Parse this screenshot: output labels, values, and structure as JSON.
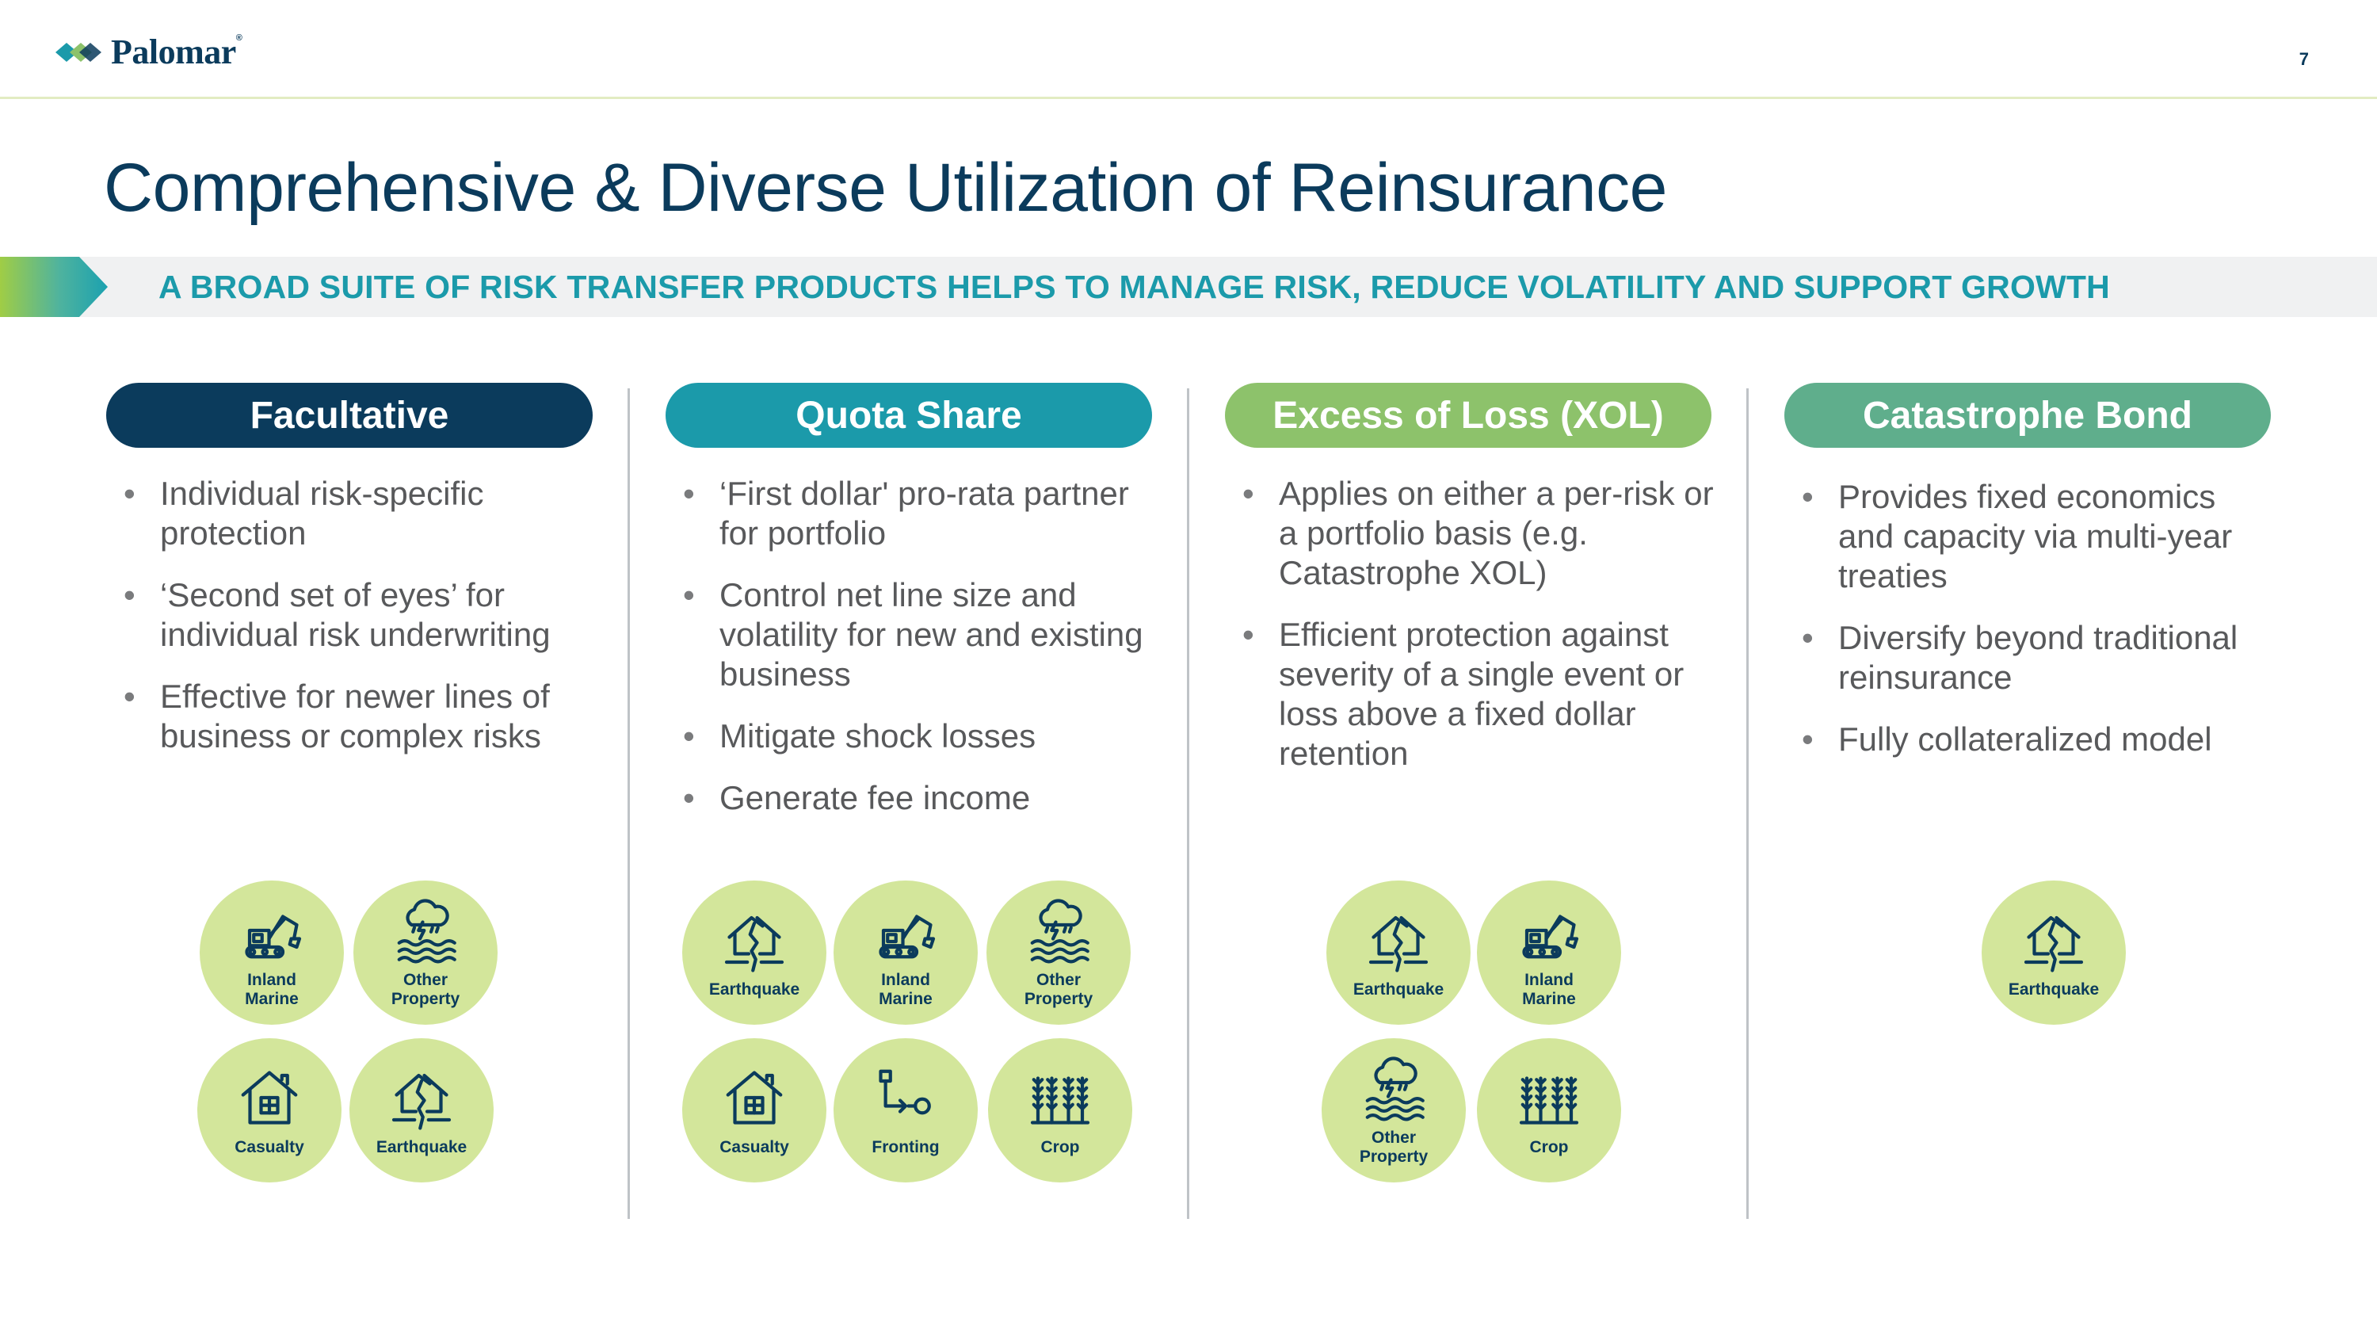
{
  "brand": {
    "name": "Palomar",
    "registered": "®"
  },
  "page_number": "7",
  "title": "Comprehensive & Diverse Utilization of Reinsurance",
  "banner": "A BROAD SUITE OF RISK TRANSFER PRODUCTS HELPS TO MANAGE RISK, REDUCE VOLATILITY AND SUPPORT GROWTH",
  "colors": {
    "navy": "#0b3b5c",
    "teal": "#1b9aaa",
    "green": "#8dc26b",
    "sage": "#5fae8c",
    "circle": "#d3e69b"
  },
  "columns": [
    {
      "title": "Facultative",
      "bullets": [
        "Individual risk-specific protection",
        "‘Second set of eyes’ for individual risk underwriting",
        "Effective for newer lines of business or complex risks"
      ],
      "icons": [
        {
          "icon": "excavator-icon",
          "line1": "Inland",
          "line2": "Marine"
        },
        {
          "icon": "storm-flood-icon",
          "line1": "Other",
          "line2": "Property"
        },
        {
          "icon": "house-icon",
          "line1": "Casualty",
          "line2": ""
        },
        {
          "icon": "earthquake-house-icon",
          "line1": "Earthquake",
          "line2": ""
        }
      ]
    },
    {
      "title": "Quota Share",
      "bullets": [
        "‘First dollar' pro-rata partner for portfolio",
        "Control net line size and volatility for new and existing business",
        "Mitigate shock losses",
        "Generate fee income"
      ],
      "icons": [
        {
          "icon": "earthquake-house-icon",
          "line1": "Earthquake",
          "line2": ""
        },
        {
          "icon": "excavator-icon",
          "line1": "Inland",
          "line2": "Marine"
        },
        {
          "icon": "storm-flood-icon",
          "line1": "Other",
          "line2": "Property"
        },
        {
          "icon": "house-icon",
          "line1": "Casualty",
          "line2": ""
        },
        {
          "icon": "fronting-path-icon",
          "line1": "Fronting",
          "line2": ""
        },
        {
          "icon": "wheat-crop-icon",
          "line1": "Crop",
          "line2": ""
        }
      ]
    },
    {
      "title": "Excess of Loss (XOL)",
      "bullets": [
        "Applies on either a per-risk or a portfolio basis (e.g. Catastrophe XOL)",
        "Efficient protection against severity of a single event or loss above a fixed dollar retention"
      ],
      "icons": [
        {
          "icon": "earthquake-house-icon",
          "line1": "Earthquake",
          "line2": ""
        },
        {
          "icon": "excavator-icon",
          "line1": "Inland",
          "line2": "Marine"
        },
        {
          "icon": "storm-flood-icon",
          "line1": "Other",
          "line2": "Property"
        },
        {
          "icon": "wheat-crop-icon",
          "line1": "Crop",
          "line2": ""
        }
      ]
    },
    {
      "title": "Catastrophe Bond",
      "bullets": [
        "Provides fixed economics and capacity via multi-year treaties",
        "Diversify beyond traditional reinsurance",
        "Fully collateralized model"
      ],
      "icons": [
        {
          "icon": "earthquake-house-icon",
          "line1": "Earthquake",
          "line2": ""
        }
      ]
    }
  ]
}
